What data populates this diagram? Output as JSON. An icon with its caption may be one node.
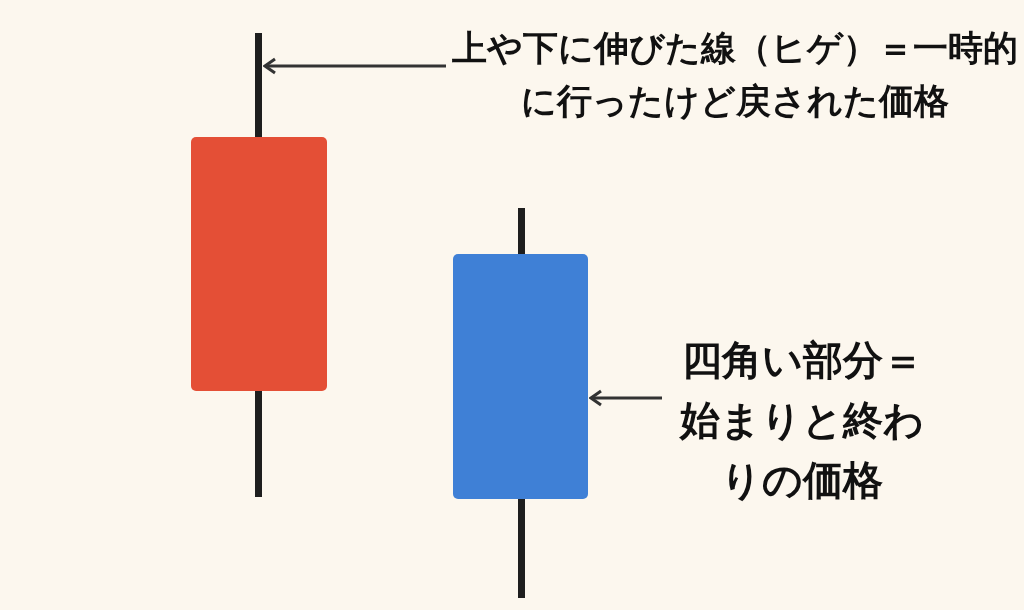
{
  "diagram": {
    "nodes": [
      {
        "text": [
          "上や下に伸びた線（ヒゲ）＝一時的に行ったけど戻された価格"
        ]
      },
      {
        "text": [],
        "shape": "bar"
      },
      {
        "text": [
          "四角い部分＝始まりと終わりの価格"
        ]
      },
      {
        "text": [],
        "shape": "box"
      }
    ],
    "edges": [
      {
        "from": 0,
        "to": 1,
        "arrow": "to"
      },
      {
        "from": 2,
        "to": 3,
        "arrow": "to"
      }
    ]
  }
}
